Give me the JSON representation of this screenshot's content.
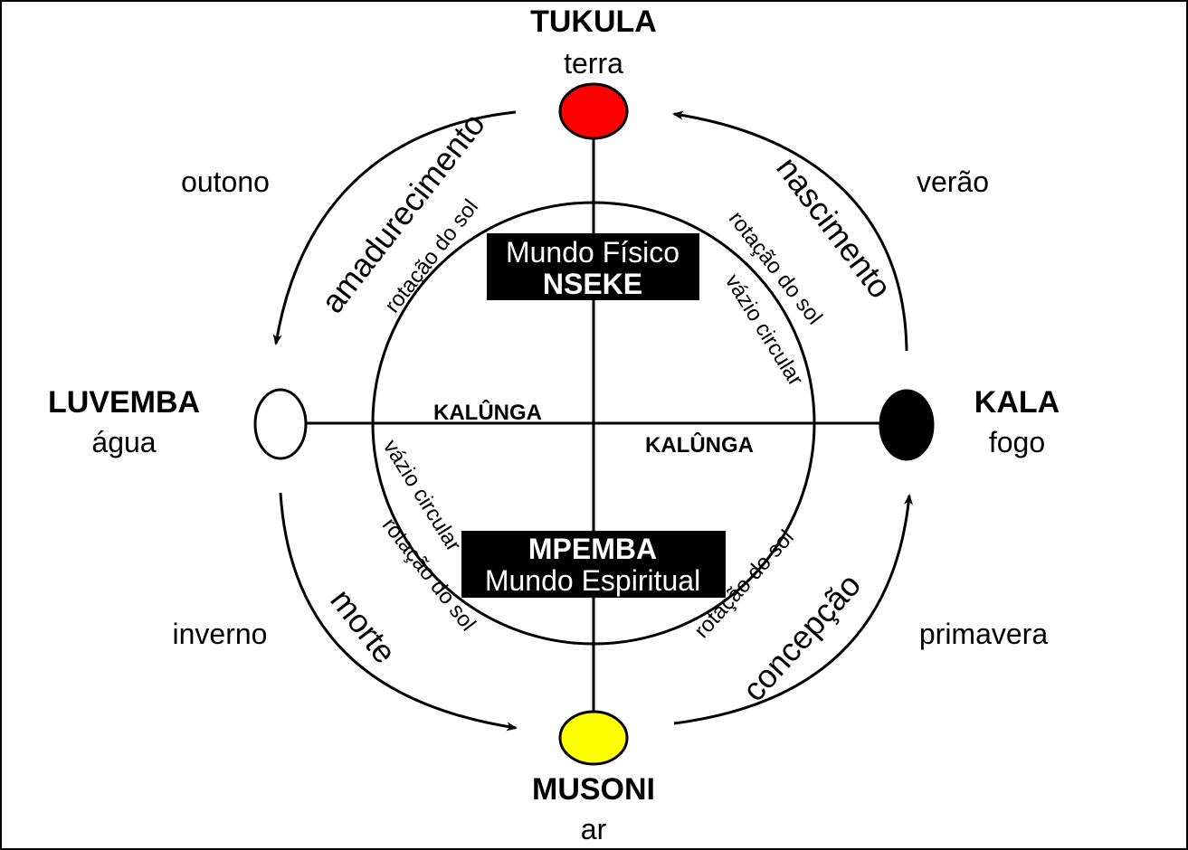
{
  "colors": {
    "tukula_node": "#ff0000",
    "musoni_node": "#ffff00",
    "kala_node": "#000000",
    "luvemba_node": "#ffffff",
    "stroke": "#000000",
    "box_fill": "#000000",
    "box_text": "#ffffff"
  },
  "nodes": {
    "tukula": {
      "name": "TUKULA",
      "element": "terra"
    },
    "kala": {
      "name": "KALA",
      "element": "fogo"
    },
    "musoni": {
      "name": "MUSONI",
      "element": "ar"
    },
    "luvemba": {
      "name": "LUVEMBA",
      "element": "água"
    }
  },
  "seasons": {
    "autumn": "outono",
    "summer": "verão",
    "winter": "inverno",
    "spring": "primavera"
  },
  "cycle": {
    "birth": "nascimento",
    "maturation": "amadurecimento",
    "death": "morte",
    "conception": "concepção"
  },
  "inner": {
    "sun_rotation": "rotação do sol",
    "circular_void": "vázio circular",
    "kalunga": "KALÛNGA"
  },
  "worlds": {
    "physical_line1": "Mundo Físico",
    "physical_line2": "NSEKE",
    "spiritual_line1": "MPEMBA",
    "spiritual_line2": "Mundo Espiritual"
  }
}
